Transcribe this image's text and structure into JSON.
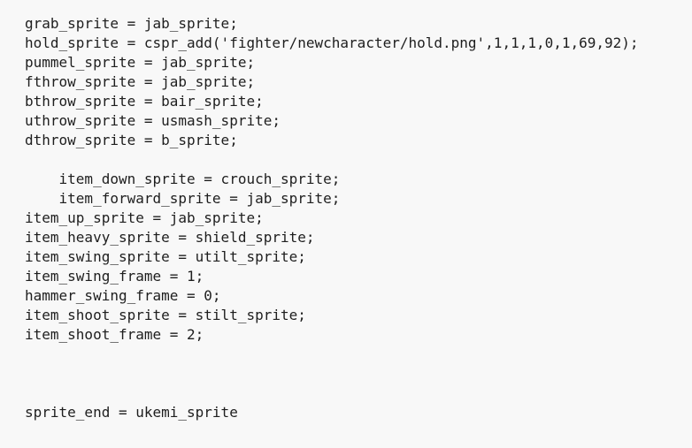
{
  "page": {
    "background_color": "#f8f8f8",
    "text_color": "#1e1e1e"
  },
  "code": {
    "lines": [
      "grab_sprite = jab_sprite;",
      "hold_sprite = cspr_add('fighter/newcharacter/hold.png',1,1,1,0,1,69,92);",
      "pummel_sprite = jab_sprite;",
      "fthrow_sprite = jab_sprite;",
      "bthrow_sprite = bair_sprite;",
      "uthrow_sprite = usmash_sprite;",
      "dthrow_sprite = b_sprite;",
      "",
      "    item_down_sprite = crouch_sprite;",
      "    item_forward_sprite = jab_sprite;",
      "item_up_sprite = jab_sprite;",
      "item_heavy_sprite = shield_sprite;",
      "item_swing_sprite = utilt_sprite;",
      "item_swing_frame = 1;",
      "hammer_swing_frame = 0;",
      "item_shoot_sprite = stilt_sprite;",
      "item_shoot_frame = 2;",
      "",
      "",
      "",
      "sprite_end = ukemi_sprite"
    ]
  }
}
